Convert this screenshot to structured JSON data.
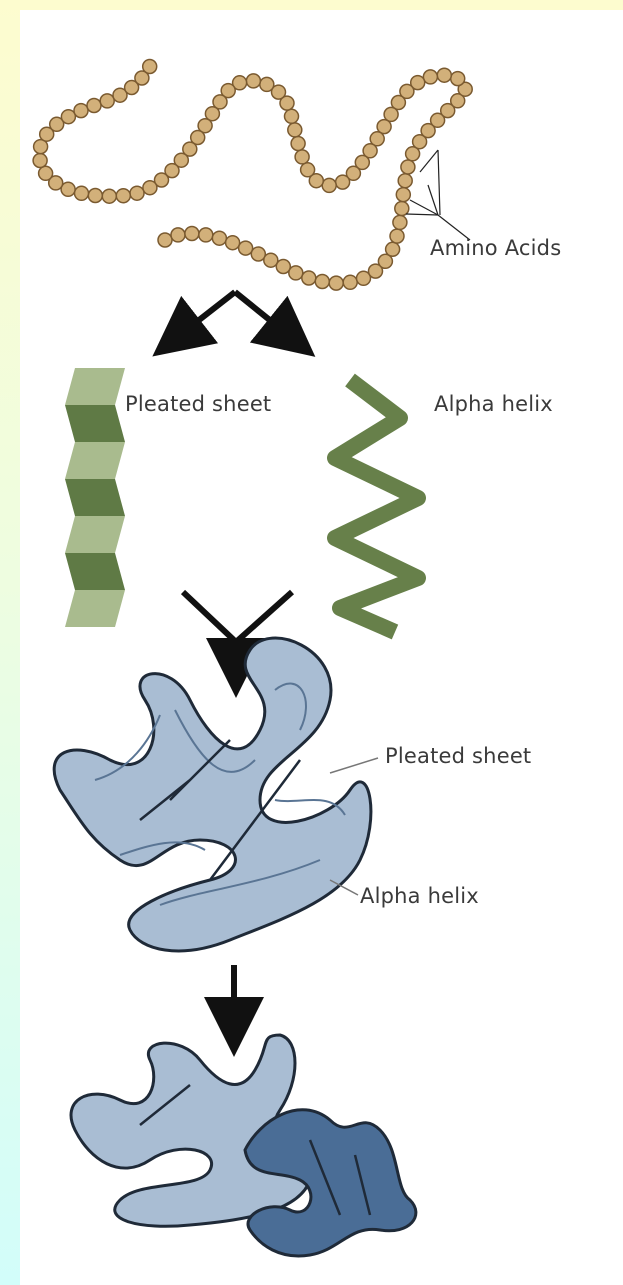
{
  "labels": {
    "amino_acids": "Amino Acids",
    "pleated_sheet_secondary": "Pleated sheet",
    "alpha_helix_secondary": "Alpha helix",
    "pleated_sheet_tertiary": "Pleated sheet",
    "alpha_helix_tertiary": "Alpha helix"
  },
  "colors": {
    "background_top": "#fdfccf",
    "background_bottom": "#d2fdfa",
    "panel": "#ffffff",
    "amino_bead": "#d2b07a",
    "amino_bead_outline": "#7a5a30",
    "sheet_light": "#a9bb8e",
    "sheet_dark": "#5f7a45",
    "helix": "#67804a",
    "tertiary_ribbon": "#a9bdd3",
    "quaternary_dark": "#4a6d96",
    "outline": "#1f2a38"
  },
  "icons": [
    "split-arrow-icon",
    "merge-arrow-icon",
    "down-arrow-icon"
  ]
}
